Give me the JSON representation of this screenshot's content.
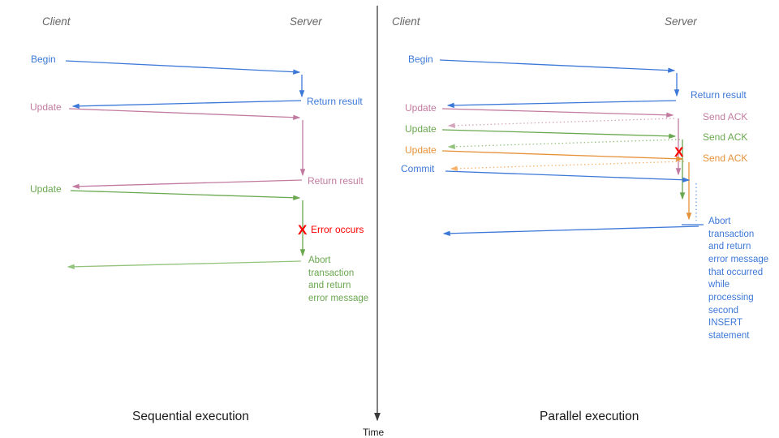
{
  "colors": {
    "blue": "#3c78d8",
    "pink": "#c27ba0",
    "green": "#6aa84f",
    "orange": "#e69138",
    "red": "#ff0000",
    "blue_light": "#6d9eeb",
    "pink_light": "#d5a6bd",
    "green_light": "#93c47d",
    "orange_light": "#f6b26b",
    "axis": "#3a3a3a",
    "header_gray": "#666666",
    "caption_black": "#1a1a1a"
  },
  "time_axis": {
    "label": "Time"
  },
  "left": {
    "title": "Sequential execution",
    "client_header": "Client",
    "server_header": "Server",
    "begin": "Begin",
    "return_result_1": "Return result",
    "update_1": "Update",
    "return_result_2": "Return result",
    "update_2": "Update",
    "error_x": "X",
    "error_label": "Error occurs",
    "abort": [
      "Abort",
      "transaction",
      "and return",
      "error message"
    ]
  },
  "right": {
    "title": "Parallel execution",
    "client_header": "Client",
    "server_header": "Server",
    "begin": "Begin",
    "return_result": "Return result",
    "update_1": "Update",
    "send_ack_1": "Send ACK",
    "update_2": "Update",
    "send_ack_2": "Send ACK",
    "update_3": "Update",
    "send_ack_3": "Send ACK",
    "commit": "Commit",
    "error_x": "X",
    "abort": [
      "Abort",
      "transaction",
      "and return",
      "error message",
      "that occurred",
      "while",
      "processing",
      "second",
      "INSERT",
      "statement"
    ]
  }
}
